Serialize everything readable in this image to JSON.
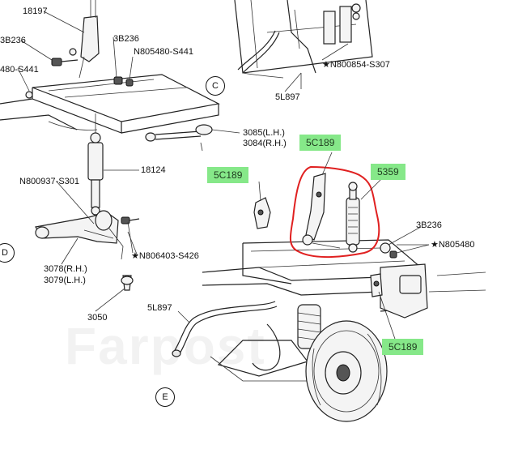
{
  "labels": {
    "l18197": "18197",
    "l3b236_a": "3B236",
    "l3b236_b": "3B236",
    "l3b236_c": "3B236",
    "ln805480_s441": "N805480-S441",
    "l480_s441": "480-S441",
    "ln800854": "★N800854-S307",
    "l5l897_top": "5L897",
    "l3085": "3085(L.H.)",
    "l3084": "3084(R.H.)",
    "l18124": "18124",
    "ln800937": "N800937-S301",
    "ln806403": "★N806403-S426",
    "l3078": "3078(R.H.)",
    "l3079": "3079(L.H.)",
    "l3050": "3050",
    "l5l897_bottom": "5L897",
    "ln805480": "★N805480"
  },
  "highlights": {
    "h5c189_top": "5C189",
    "h5c189_left": "5C189",
    "h5359": "5359",
    "h5c189_bottom": "5C189"
  },
  "view_markers": {
    "c": "C",
    "d": "D",
    "e": "E"
  },
  "colors": {
    "highlight": "#86e889",
    "highlight_outline": "#e02020"
  }
}
